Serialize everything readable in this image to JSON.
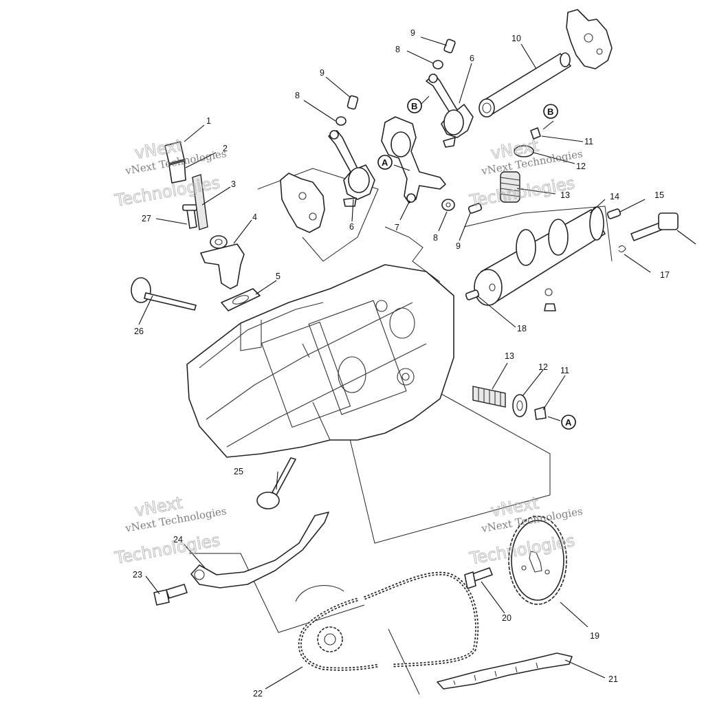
{
  "labels": {
    "l1": "1",
    "l2": "2",
    "l3": "3",
    "l4": "4",
    "l5": "5",
    "l6a": "6",
    "l6b": "6",
    "l7": "7",
    "l8a": "8",
    "l8b": "8",
    "l8c": "8",
    "l9a": "9",
    "l9b": "9",
    "l9c": "9",
    "l10": "10",
    "l11a": "11",
    "l11b": "11",
    "l12a": "12",
    "l12b": "12",
    "l13a": "13",
    "l13b": "13",
    "l14": "14",
    "l15": "15",
    "l17": "17",
    "l18": "18",
    "l19": "19",
    "l20": "20",
    "l21": "21",
    "l22": "22",
    "l23": "23",
    "l24": "24",
    "l25": "25",
    "l26": "26",
    "l27": "27"
  },
  "refs": {
    "a1": "A",
    "a2": "A",
    "b1": "B",
    "b2": "B"
  },
  "watermark": {
    "line1": "vNext",
    "line2": "vNext Technologies",
    "line3": "Technologies"
  }
}
